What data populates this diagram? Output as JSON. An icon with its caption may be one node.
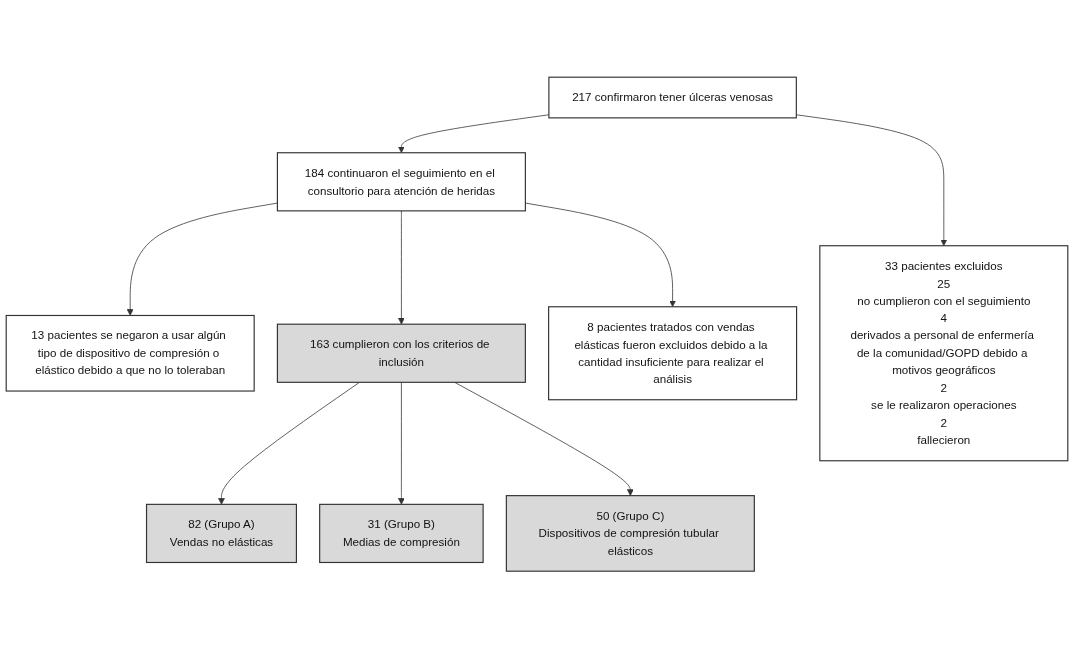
{
  "diagram": {
    "nodes": [
      {
        "text": [
          "217 confirmaron tener úlceras venosas"
        ]
      },
      {
        "text": [
          "33 pacientes excluidos",
          "25",
          "no cumplieron con el seguimiento",
          "4",
          "derivados a personal de enfermería de la comunidad/GOPD debido a motivos geográficos",
          "2",
          "se le realizaron operaciones",
          "2",
          "fallecieron"
        ]
      },
      {
        "text": [
          "184 continuaron el seguimiento en el consultorio para atención de heridas"
        ]
      },
      {
        "text": [
          "13 pacientes se negaron a usar algún tipo de dispositivo de compresión o elástico debido a que no lo toleraban"
        ]
      },
      {
        "text": [
          "163 cumplieron con los criterios de inclusión"
        ]
      },
      {
        "text": [
          "8 pacientes tratados con vendas elásticas fueron excluidos debido a la cantidad insuficiente para realizar el análisis"
        ]
      },
      {
        "text": [
          "82 (Grupo A)",
          "Vendas no elásticas"
        ]
      },
      {
        "text": [
          "31 (Grupo B)",
          "Medias de compresión"
        ]
      },
      {
        "text": [
          "50 (Grupo C)",
          "Dispositivos de compresión tubular elásticos"
        ]
      }
    ],
    "edges": [
      {
        "from": 0,
        "to": 2,
        "arrow": "to"
      },
      {
        "from": 0,
        "to": 1,
        "arrow": "to"
      },
      {
        "from": 2,
        "to": 3,
        "arrow": "to"
      },
      {
        "from": 2,
        "to": 4,
        "arrow": "to"
      },
      {
        "from": 2,
        "to": 5,
        "arrow": "to"
      },
      {
        "from": 4,
        "to": 6,
        "arrow": "to"
      },
      {
        "from": 4,
        "to": 7,
        "arrow": "to"
      },
      {
        "from": 4,
        "to": 8,
        "arrow": "to"
      }
    ]
  }
}
